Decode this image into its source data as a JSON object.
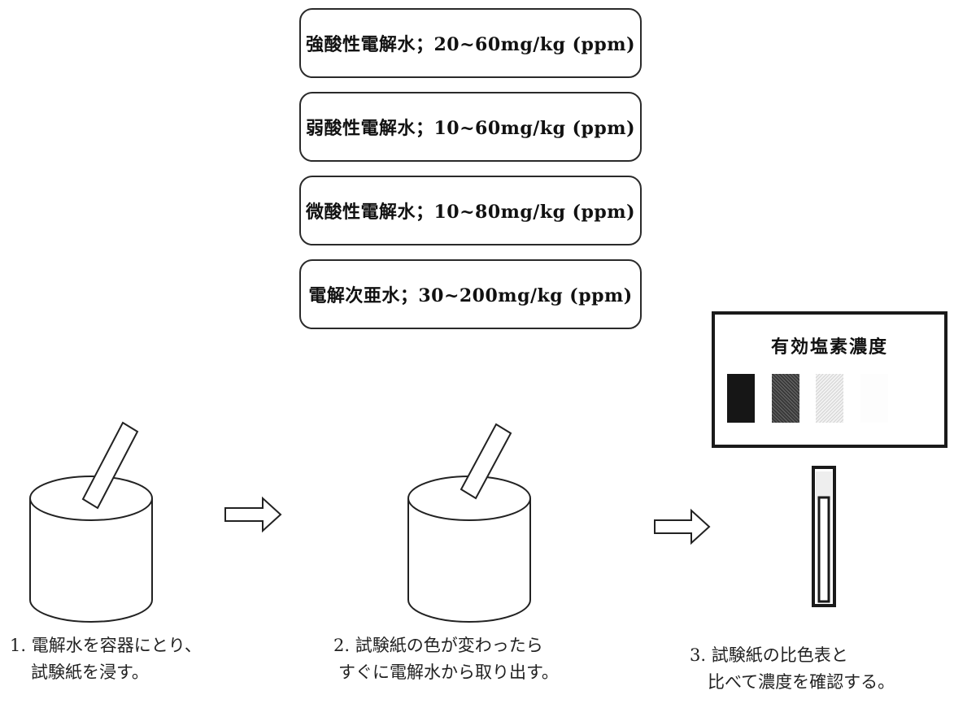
{
  "concentration_ranges": [
    {
      "label": "強酸性電解水；20~60mg/kg (ppm)"
    },
    {
      "label": "弱酸性電解水；10~60mg/kg (ppm)"
    },
    {
      "label": "微酸性電解水；10~80mg/kg (ppm)"
    },
    {
      "label": "電解次亜水；30~200mg/kg (ppm)"
    }
  ],
  "color_chart": {
    "title": "有効塩素濃度",
    "swatch_count": 4
  },
  "steps": [
    {
      "line1": "1.  電解水を容器にとり、",
      "line2": "試験紙を浸す。"
    },
    {
      "line1": "2.  試験紙の色が変わったら",
      "line2": "すぐに電解水から取り出す。"
    },
    {
      "line1": "3.  試験紙の比色表と",
      "line2": "比べて濃度を確認する。"
    }
  ],
  "icons": {
    "container": "cylinder-container-icon",
    "test_strip": "test-strip-icon",
    "arrow": "hollow-right-arrow-icon"
  }
}
